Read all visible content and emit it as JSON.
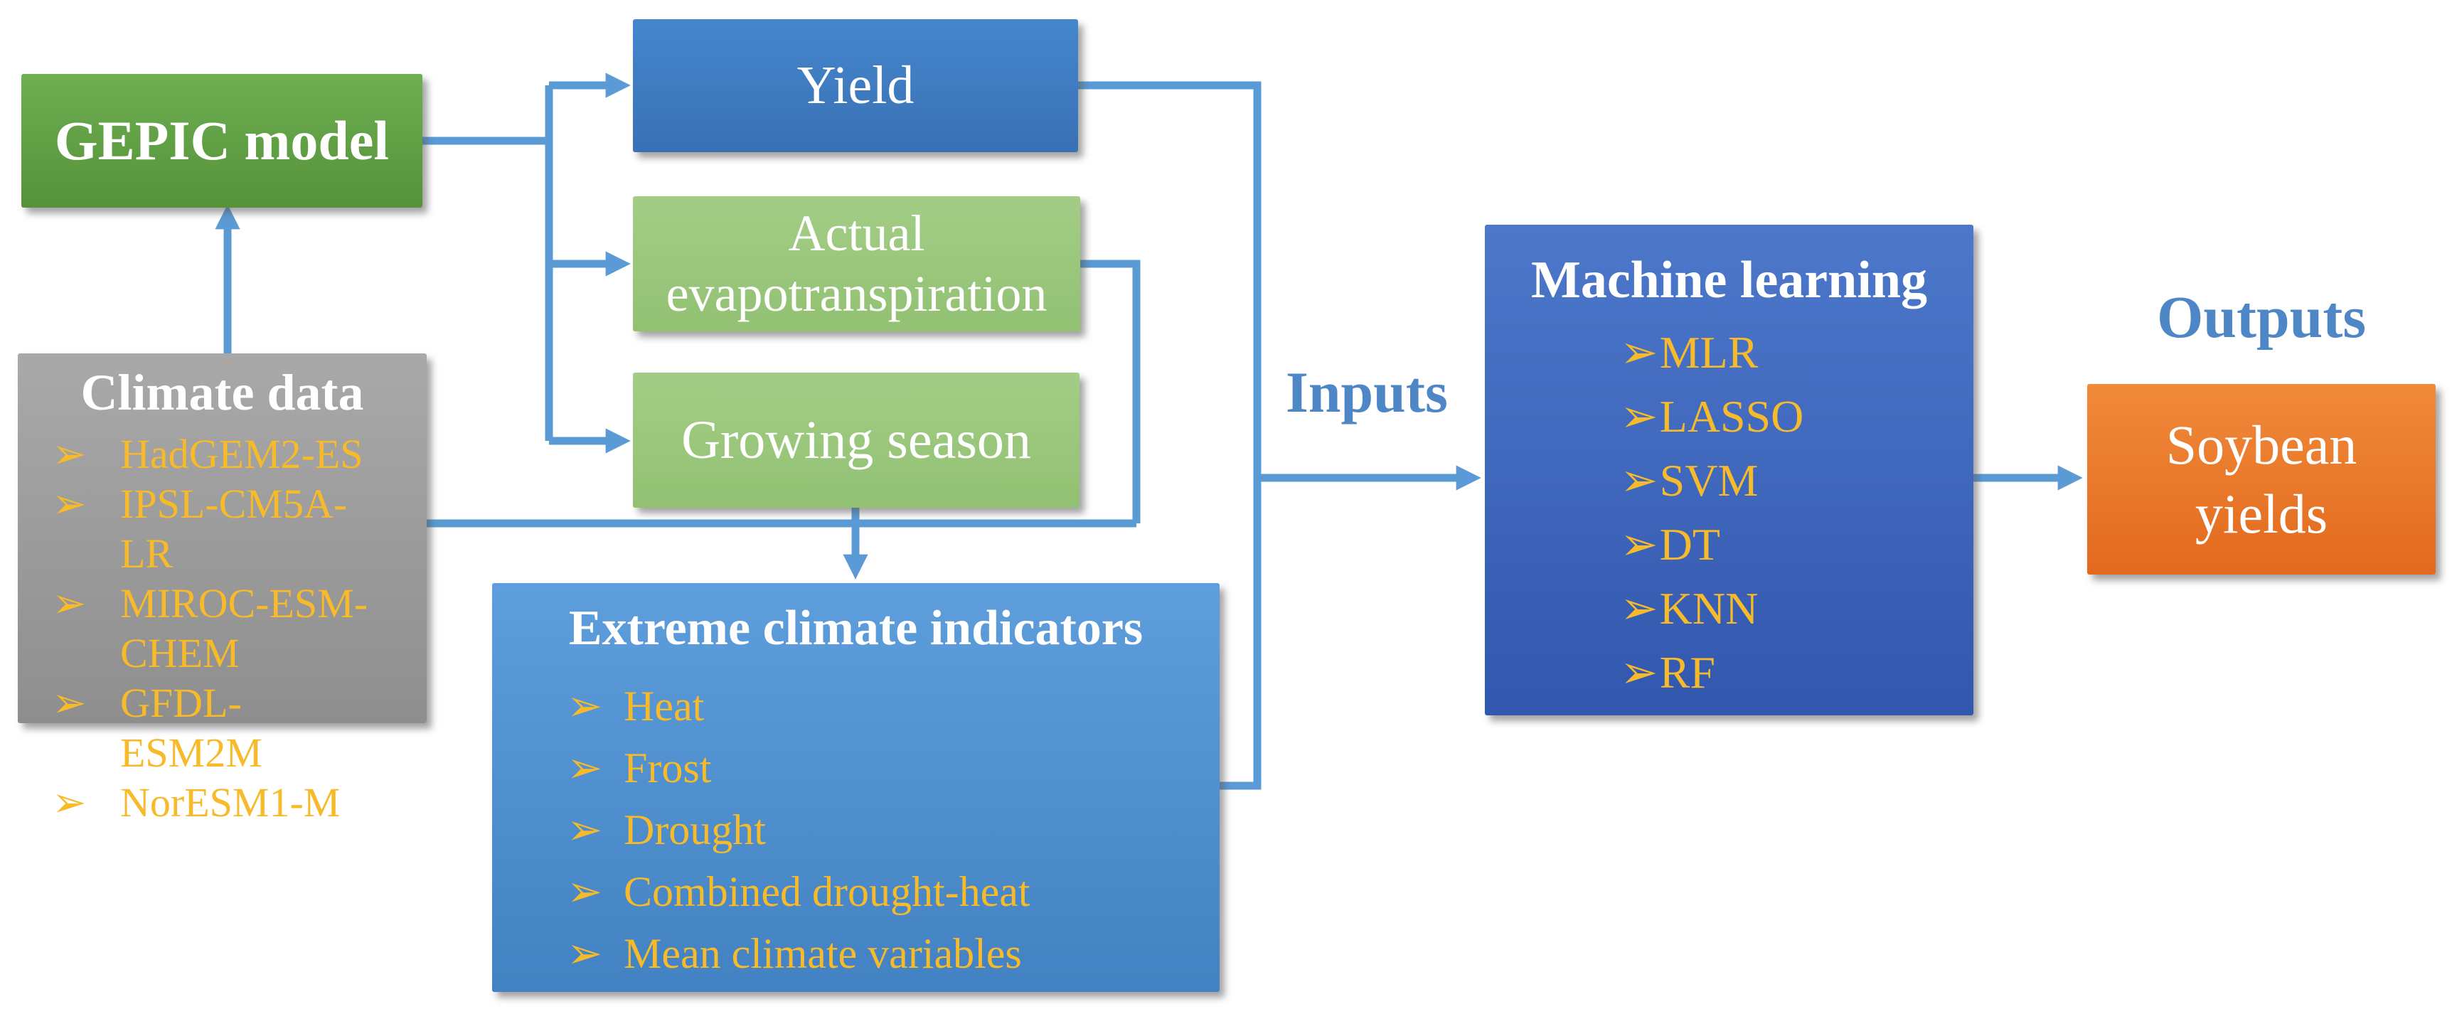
{
  "figure": {
    "type": "flow-diagram",
    "bullet_glyph": "➢",
    "labels": {
      "inputs": "Inputs",
      "outputs": "Outputs"
    },
    "nodes": {
      "gepic_model": {
        "label": "GEPIC model"
      },
      "climate_data": {
        "title": "Climate data",
        "items": [
          "HadGEM2-ES",
          "IPSL-CM5A-LR",
          "MIROC-ESM-CHEM",
          "GFDL-ESM2M",
          "NorESM1-M"
        ]
      },
      "yield": {
        "label": "Yield"
      },
      "actual_evapotranspiration": {
        "label": "Actual evapotranspiration"
      },
      "growing_season": {
        "label": "Growing season"
      },
      "extreme_climate_indicators": {
        "title": "Extreme climate indicators",
        "items": [
          "Heat",
          "Frost",
          "Drought",
          "Combined drought-heat",
          "Mean climate variables"
        ]
      },
      "machine_learning": {
        "title": "Machine learning",
        "items": [
          "MLR",
          "LASSO",
          "SVM",
          "DT",
          "KNN",
          "RF"
        ]
      },
      "soybean_yields": {
        "label": "Soybean yields"
      }
    },
    "colors": {
      "arrow": "#5b9bd5",
      "gold": "#f6ba2a",
      "label-blue": "#4e86c6",
      "gepic-top": "#6fae51",
      "gepic-bot": "#55923a",
      "climate-top": "#a9a9a9",
      "climate-bot": "#8e8e8e",
      "yield-top": "#4487cd",
      "yield-bot": "#3a70b4",
      "lgreen-top": "#a3cd86",
      "lgreen-bot": "#92c173",
      "extreme-top": "#5e9edc",
      "extreme-bot": "#4282c2",
      "ml-top": "#4d78ca",
      "ml-bot": "#3257ae",
      "soy-top": "#f18a3b",
      "soy-bot": "#e2691d"
    }
  }
}
